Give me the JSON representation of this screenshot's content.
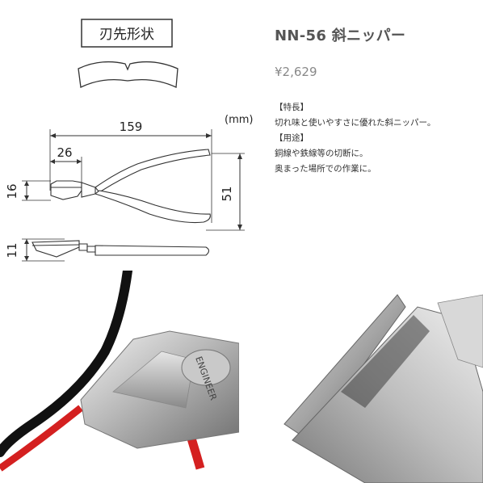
{
  "diagram": {
    "blade_shape_label": "刃先形状",
    "unit": "(mm)",
    "length": "159",
    "head_length": "26",
    "height": "16",
    "width": "51",
    "thickness": "11"
  },
  "product": {
    "title": "NN-56 斜ニッパー",
    "price": "¥2,629",
    "features_heading": "【特長】",
    "features_text": "切れ味と使いやすさに優れた斜ニッパー。",
    "usage_heading": "【用途】",
    "usage_line1": "銅線や鉄線等の切断に。",
    "usage_line2": "奥まった場所での作業に。"
  },
  "photo": {
    "engraving": "ENGINEER"
  }
}
